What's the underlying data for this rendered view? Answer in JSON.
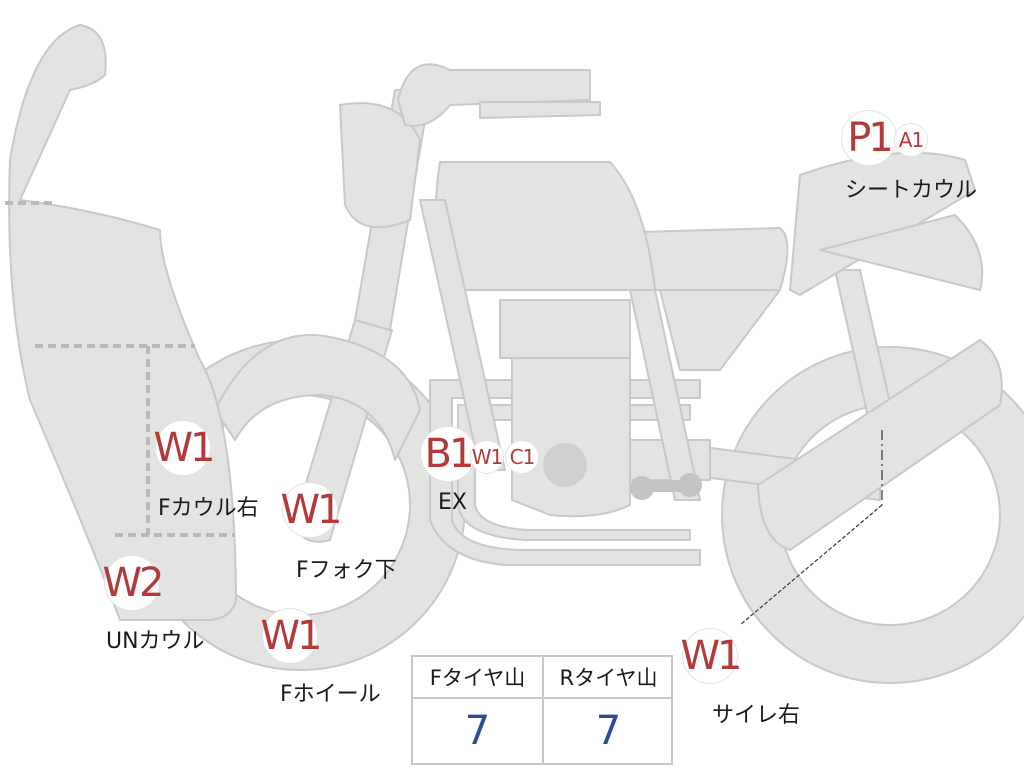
{
  "markers": [
    {
      "id": "cowl-right",
      "code": "W1",
      "label": "Fカウル右"
    },
    {
      "id": "fork-lower",
      "code": "W1",
      "label": "Fフォク下"
    },
    {
      "id": "under-cowl",
      "code": "W2",
      "label": "UNカウル"
    },
    {
      "id": "front-wheel",
      "code": "W1",
      "label": "Fホイール"
    },
    {
      "id": "exhaust",
      "code": "B1",
      "label": "EX"
    },
    {
      "id": "exhaust-w1",
      "code": "W1",
      "label": ""
    },
    {
      "id": "exhaust-c1",
      "code": "C1",
      "label": ""
    },
    {
      "id": "seat-cowl",
      "code": "P1",
      "label": "シートカウル"
    },
    {
      "id": "seat-cowl-a1",
      "code": "A1",
      "label": ""
    },
    {
      "id": "silencer-right",
      "code": "W1",
      "label": "サイレ右"
    }
  ],
  "tire_tread": {
    "front_header": "Fタイヤ山",
    "front_value": "7",
    "rear_header": "Rタイヤ山",
    "rear_value": "7"
  },
  "colors": {
    "body_fill": "#e3e3e1",
    "body_stroke": "#c9c9c7",
    "code_red": "#b23a3a",
    "value_blue": "#2a4c9a"
  }
}
